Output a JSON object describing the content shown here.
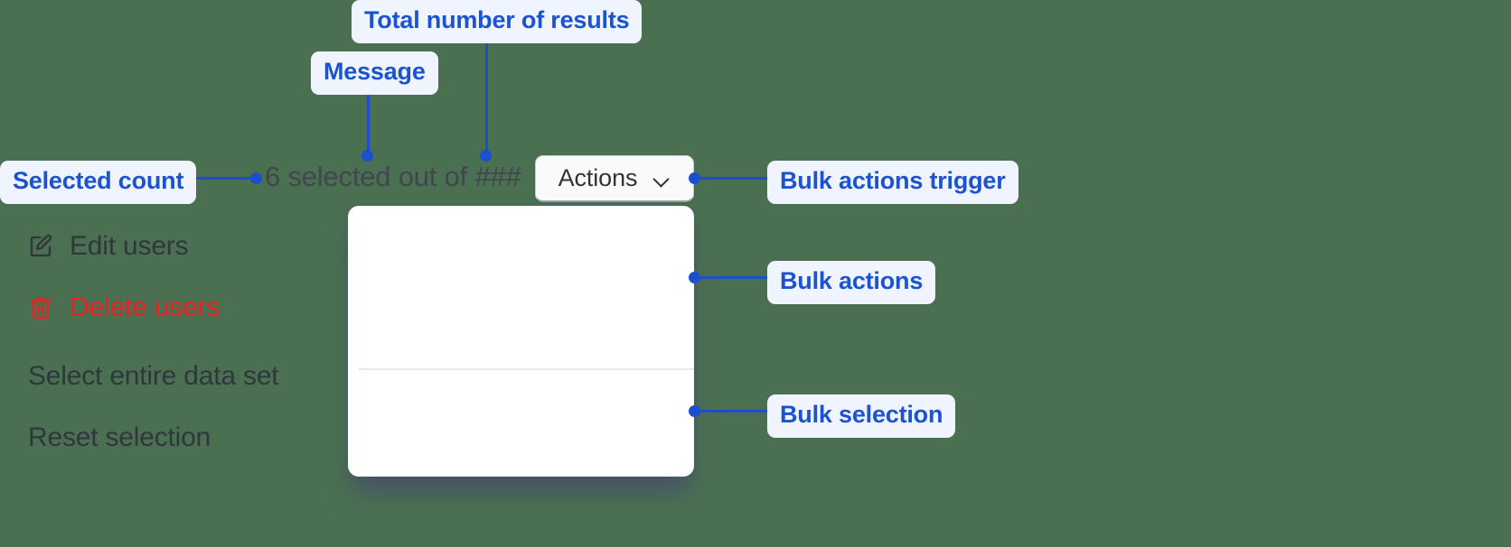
{
  "background_color": "#4a7051",
  "accent_color": "#1a4fd0",
  "callout_bg": "#eff4fe",
  "annotations": [
    {
      "id": "total-results",
      "label": "Total number of results"
    },
    {
      "id": "message",
      "label": "Message"
    },
    {
      "id": "selected-count",
      "label": "Selected count"
    },
    {
      "id": "bulk-actions-trigger",
      "label": "Bulk actions trigger"
    },
    {
      "id": "bulk-actions",
      "label": "Bulk actions"
    },
    {
      "id": "bulk-selection",
      "label": "Bulk selection"
    }
  ],
  "bulk_bar": {
    "selection_message": "6 selected out of ###",
    "selected_count": "6",
    "total_results_placeholder": "###",
    "message_text_color": "#41464f",
    "trigger": {
      "label": "Actions",
      "chevron_icon": "chevron-down-icon"
    }
  },
  "dropdown": {
    "actions_group": [
      {
        "id": "edit-users",
        "label": "Edit users",
        "icon": "pencil-square-icon",
        "color": "#31363e"
      },
      {
        "id": "delete-users",
        "label": "Delete users",
        "icon": "trash-icon",
        "color": "#ec2024"
      }
    ],
    "selection_group": [
      {
        "id": "select-entire-data-set",
        "label": "Select entire data set",
        "icon": null,
        "color": "#31363e"
      },
      {
        "id": "reset-selection",
        "label": "Reset selection",
        "icon": null,
        "color": "#31363e"
      }
    ]
  }
}
